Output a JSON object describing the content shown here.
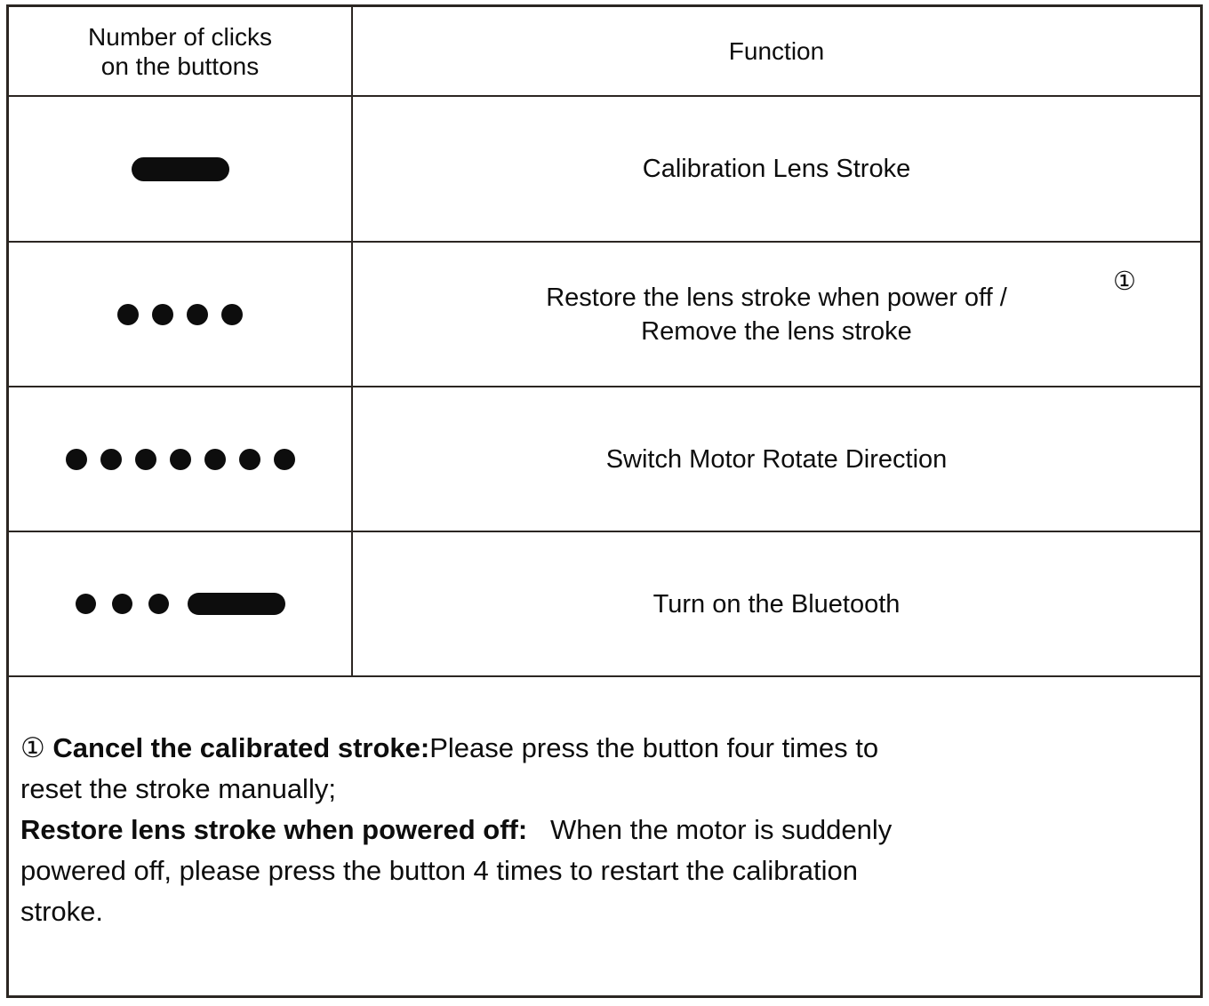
{
  "table": {
    "columns": [
      "Number of clicks\non the buttons",
      "Function"
    ],
    "rows": [
      {
        "pattern": {
          "dots": 0,
          "pill": true
        },
        "function": "Calibration Lens Stroke",
        "annotation": ""
      },
      {
        "pattern": {
          "dots": 4,
          "pill": false
        },
        "function": "Restore the lens stroke when power off /\nRemove the lens stroke",
        "annotation": "①"
      },
      {
        "pattern": {
          "dots": 7,
          "pill": false
        },
        "function": "Switch Motor Rotate Direction",
        "annotation": ""
      },
      {
        "pattern": {
          "dots": 3,
          "pill": true
        },
        "function": "Turn on the Bluetooth",
        "annotation": ""
      }
    ]
  },
  "footnote": {
    "marker": "① ",
    "item1_bold": "Cancel the calibrated stroke:",
    "item1_text": "Please press the button four times to\nreset the stroke manually;",
    "item2_bold": "Restore lens stroke when powered off:",
    "item2_text": "   When the motor is suddenly\npowered off, please press the button 4 times to restart the calibration\nstroke."
  },
  "colors": {
    "ink": "#0d0d0d",
    "border": "#2b2622",
    "background": "#ffffff"
  }
}
